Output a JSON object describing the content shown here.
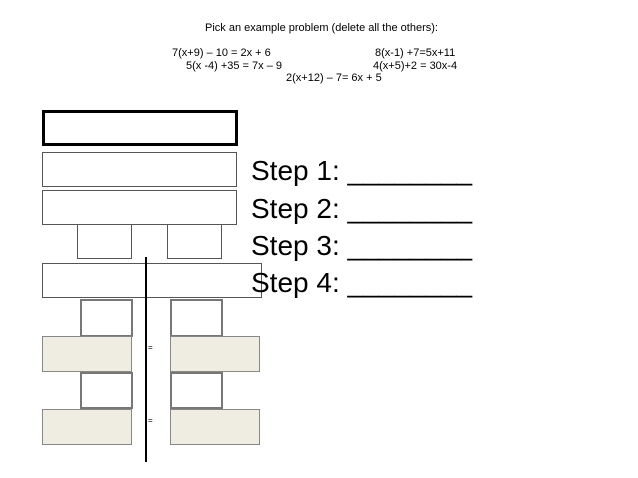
{
  "header": {
    "instruction": "Pick an example problem (delete all the others):"
  },
  "problems": {
    "left": [
      "7(x+9) – 10 = 2x + 6",
      "5(x -4) +35 = 7x – 9"
    ],
    "right": [
      "8(x-1) +7=5x+11",
      "4(x+5)+2 = 30x-4"
    ],
    "center": "2(x+12) – 7= 6x + 5"
  },
  "steps": [
    "Step 1: ________",
    "Step 2: ________",
    "Step 3: ________",
    "Step 4: ________"
  ],
  "equal_signs": [
    "=",
    "="
  ]
}
